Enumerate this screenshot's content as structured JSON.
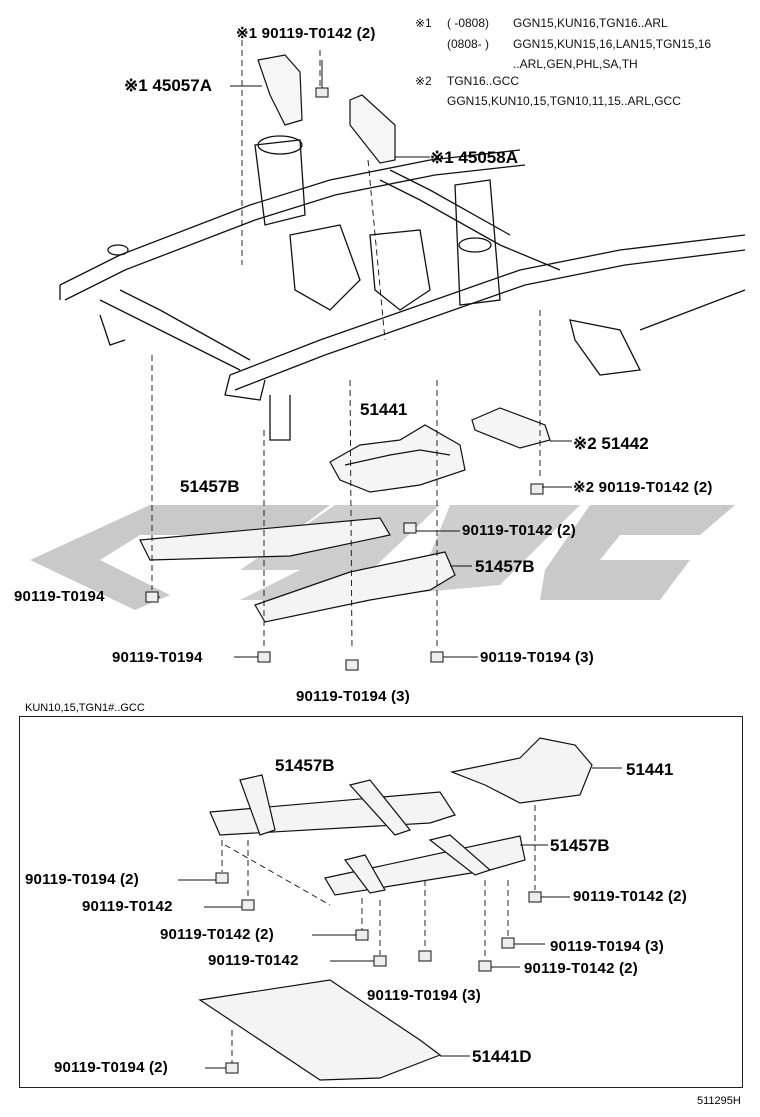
{
  "notes": {
    "note1_marker": "※1",
    "note1_line1_range": "(    -0808)",
    "note1_line1_models": "GGN15,KUN16,TGN16..ARL",
    "note1_line2_range": "(0808-    )",
    "note1_line2_models": "GGN15,KUN15,16,LAN15,TGN15,16",
    "note1_line3": "..ARL,GEN,PHL,SA,TH",
    "note2_marker": "※2",
    "note2_line1": "TGN16..GCC",
    "note2_line2": "GGN15,KUN10,15,TGN10,11,15..ARL,GCC"
  },
  "upper_labels": {
    "bolt_top": "※1 90119-T0142 (2)",
    "bracket_left": "※1 45057A",
    "bracket_right": "※1 45058A",
    "cover_center": "51441",
    "plate_right": "※2 51442",
    "bolt_right": "※2 90119-T0142 (2)",
    "crossmember_left": "51457B",
    "bolt_center": "90119-T0142 (2)",
    "crossmember_right": "51457B",
    "bolt_far_left": "90119-T0194",
    "bolt_left": "90119-T0194",
    "bolt_right_lower": "90119-T0194 (3)",
    "bolt_bottom": "90119-T0194 (3)"
  },
  "detail": {
    "caption": "KUN10,15,TGN1#..GCC",
    "crossmember_left": "51457B",
    "cover_right": "51441",
    "crossmember_right": "51457B",
    "bolt_a": "90119-T0194 (2)",
    "bolt_b": "90119-T0142",
    "bolt_c": "90119-T0142 (2)",
    "bolt_d": "90119-T0142",
    "bolt_e": "90119-T0194 (3)",
    "bolt_f": "90119-T0142 (2)",
    "bolt_g": "90119-T0194 (3)",
    "bolt_h": "90119-T0142 (2)",
    "bolt_i": "90119-T0194 (2)",
    "skid_plate": "51441D"
  },
  "figure_code": "511295H",
  "colors": {
    "line": "#111111",
    "watermark": "#c8c8c8",
    "part_fill": "#f4f4f4"
  }
}
